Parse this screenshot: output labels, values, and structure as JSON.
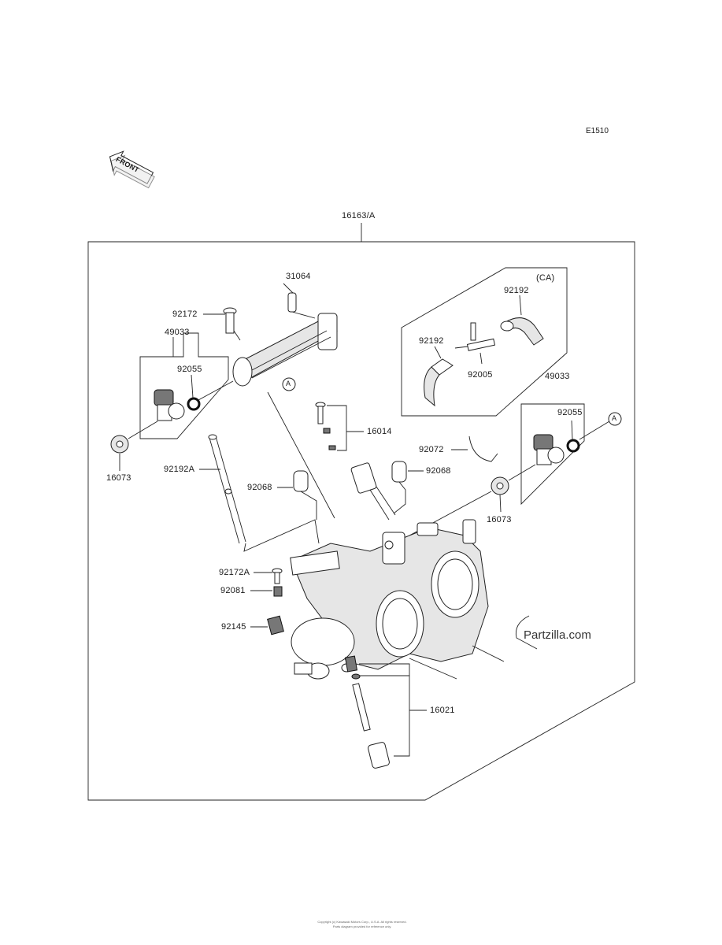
{
  "diagram_code": "E1510",
  "front_badge": "FRONT",
  "watermark": "Partzilla.com",
  "footer_lines": [
    "Copyright (c) Kawasaki Motors Corp., U.S.A. All rights reserved.",
    "Parts diagram provided for reference only."
  ],
  "callout_letter": "A",
  "group_label": "(CA)",
  "part_labels": {
    "assembly": "16163/A",
    "p31064": "31064",
    "p92172": "92172",
    "p49033_left": "49033",
    "p92055_left": "92055",
    "p16073_left": "16073",
    "p92192": "92192",
    "p92192_top": "92192",
    "p92005": "92005",
    "p49033_right": "49033",
    "p16014": "16014",
    "p92072": "92072",
    "p92068_left": "92068",
    "p92068_right": "92068",
    "p92055_right": "92055",
    "p16073_right": "16073",
    "p92192A": "92192A",
    "p92172A": "92172A",
    "p92081": "92081",
    "p92145": "92145",
    "p16021": "16021"
  }
}
